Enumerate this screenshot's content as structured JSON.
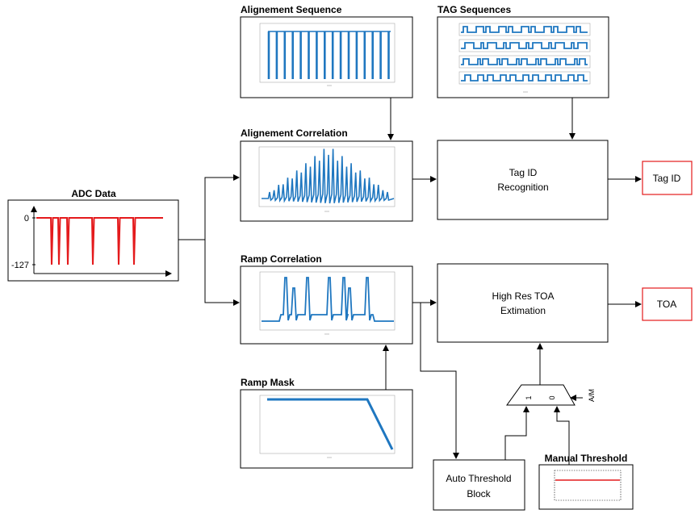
{
  "panels": {
    "adc_title": "ADC Data",
    "adc_tick_top": "0",
    "adc_tick_bottom": "-127",
    "align_seq_title": "Alignement Sequence",
    "tag_seq_title": "TAG Sequences",
    "align_corr_title": "Alignement Correlation",
    "ramp_corr_title": "Ramp Correlation",
    "ramp_mask_title": "Ramp Mask",
    "manual_threshold_title": "Manual Threshold"
  },
  "blocks": {
    "tag_id_recognition_line1": "Tag ID",
    "tag_id_recognition_line2": "Recognition",
    "high_res_toa_line1": "High Res TOA",
    "high_res_toa_line2": "Extimation",
    "auto_threshold_line1": "Auto Threshold",
    "auto_threshold_line2": "Block"
  },
  "outputs": {
    "tag_id": "Tag ID",
    "toa": "TOA"
  },
  "mux": {
    "input_1": "1",
    "input_0": "0",
    "select": "A/M"
  },
  "colors": {
    "plot_blue": "#1f77c0",
    "adc_red": "#e41a1c",
    "output_border": "#e41a1c",
    "line": "#000000"
  },
  "icons": {
    "arrow": "arrow-head"
  }
}
